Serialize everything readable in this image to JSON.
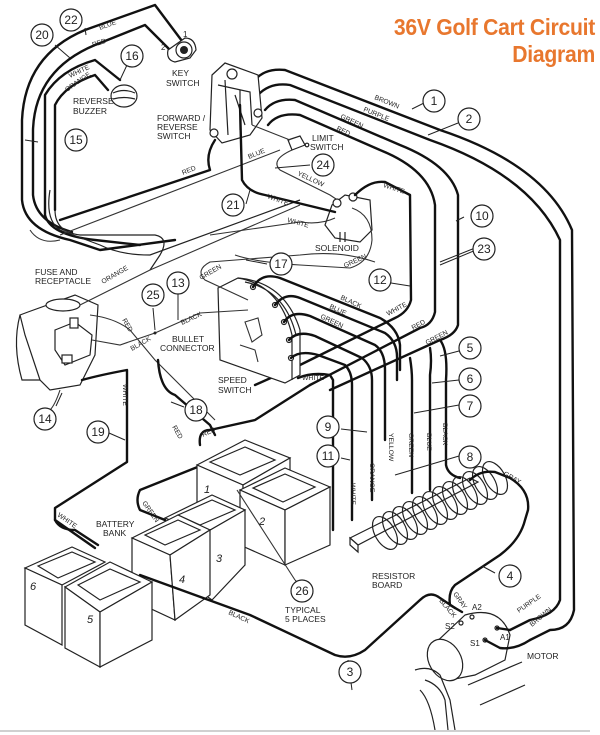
{
  "title": "36V Golf Cart Circuit Diagram",
  "title_color": "#e8772e",
  "components": {
    "key_switch": [
      "KEY",
      "SWITCH"
    ],
    "reverse_buzzer": [
      "REVERSE",
      "BUZZER"
    ],
    "forward_reverse_switch": [
      "FORWARD /",
      "REVERSE",
      "SWITCH"
    ],
    "limit_switch": [
      "LIMIT",
      "SWITCH"
    ],
    "solenoid": [
      "SOLENOID"
    ],
    "fuse_receptacle": [
      "FUSE AND",
      "RECEPTACLE"
    ],
    "bullet_connector": [
      "BULLET",
      "CONNECTOR"
    ],
    "speed_switch": [
      "SPEED",
      "SWITCH"
    ],
    "battery_bank": [
      "BATTERY",
      "BANK"
    ],
    "resistor_board": [
      "RESISTOR",
      "BOARD"
    ],
    "typical": [
      "TYPICAL",
      "5 PLACES"
    ],
    "motor": [
      "MOTOR"
    ]
  },
  "motor_terminals": [
    "A2",
    "S2",
    "S1",
    "A1"
  ],
  "key_terminals": [
    "1",
    "2"
  ],
  "batteries": [
    "1",
    "2",
    "3",
    "4",
    "5",
    "6"
  ],
  "callouts": [
    "1",
    "2",
    "3",
    "4",
    "5",
    "6",
    "7",
    "8",
    "9",
    "10",
    "11",
    "12",
    "13",
    "14",
    "15",
    "16",
    "17",
    "18",
    "19",
    "20",
    "21",
    "22",
    "23",
    "24",
    "25",
    "26"
  ],
  "wire_labels": {
    "blue_top": "BLUE",
    "red_top": "RED",
    "white_buzzer": "WHITE",
    "orange_buzzer": "ORANGE",
    "brown": "BROWN",
    "purple": "PURPLE",
    "green_top": "GREEN",
    "red_fr": "RED",
    "blue_limit": "BLUE",
    "red_left": "RED",
    "yellow_limit": "YELLOW",
    "white_21": "WHITE",
    "white_21b": "WHITE",
    "white_sol": "WHITE",
    "green_sol": "GREEN",
    "orange_fuse": "ORANGE",
    "green_17": "GREEN",
    "red_fuse": "RED",
    "black_fuse": "BLACK",
    "black_13": "BLACK",
    "black_ss": "BLACK",
    "blue_ss": "BLUE",
    "green_ss": "GREEN",
    "white_ss": "WHITE",
    "white_12": "WHITE",
    "red_23": "RED",
    "green_10": "GREEN",
    "white_19": "WHITE",
    "white_bat": "WHITE",
    "red_18": "RED",
    "red_bat": "RED",
    "green_bat": "GREEN",
    "white_res": "WHITE",
    "orange_res": "ORANGE",
    "yellow_res": "YELLOW",
    "green_res": "GREEN",
    "blue_res": "BLUE",
    "black_res": "BLACK",
    "gray_res": "GRAY",
    "black_3": "BLACK",
    "black_motor": "BLACK",
    "gray_motor": "GRAY",
    "purple_motor": "PURPLE",
    "brown_motor": "BROWN"
  }
}
